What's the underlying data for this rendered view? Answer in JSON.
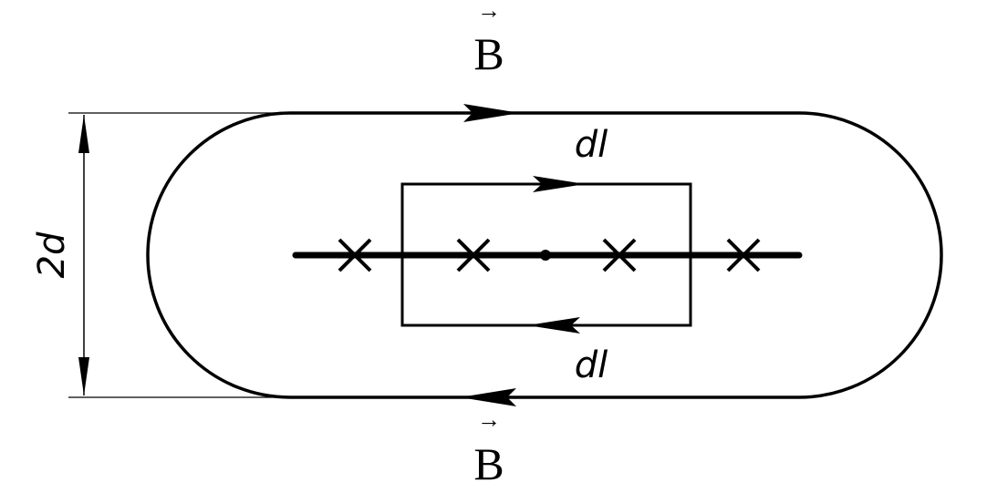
{
  "field_top": {
    "symbol": "B",
    "arrow": "→"
  },
  "field_bottom": {
    "symbol": "B",
    "arrow": "→"
  },
  "element_top": "dl",
  "element_bottom": "dl",
  "dimension": "2d",
  "colors": {
    "ink": "#000000",
    "background": "#ffffff"
  },
  "conductor": {
    "crosses": 4,
    "centre_dot": true
  }
}
